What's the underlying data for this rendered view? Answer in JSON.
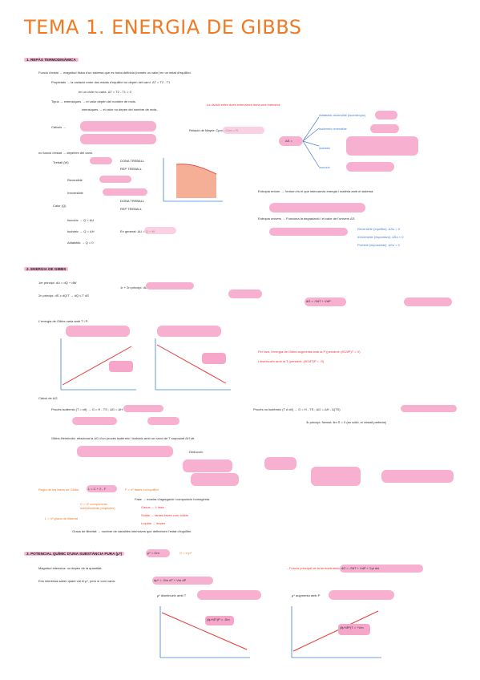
{
  "page": {
    "title": "TEMA 1. ENERGIA DE GIBBS",
    "sections": {
      "s1": "1. REPÀS TERMODINÀMICA",
      "s2": "2. ENERGIA DE GIBBS",
      "s3": "3. POTENCIAL QUÍMIC D'UNA SUBSTÀNCIA PURA (μ*)"
    },
    "s1_lines": {
      "funcio_estat": "Funció d'estat → magnitud física d'un sistema que es troba definida (només un valor) en un estat d'equilibri.",
      "propietats": "Propietats → la variació entre dos estats d'equilibri no depèn del camí. ΔT = T2 - T1",
      "cicle": "en un cicle no varia. ΔT = T2 - T1 = 0",
      "tipus": "Tipus → extensiques → el valor depèn del nombre de mols.",
      "intensiques": "intensiques → el valor no depèn del nombre de mols.",
      "divisio": "La divisió entre dues extensives dona una intensiva",
      "calculs": "Càlculs →",
      "relacio_mayer": "Relació de Mayer: Cpm - Cvm = R",
      "no_funcio": "no funció d'estat → depenen del camí.",
      "treball": "Treball (W)",
      "dona_treball": "DONA TREBALL",
      "rep_treball": "REP TREBALL",
      "reversible": "Reversible",
      "irreversible": "Irreversible",
      "calor": "Calor (Q)",
      "dona_calor": "DONA TREBALL",
      "rep_calor": "REP TREBALL",
      "isocoric": "Isocòric → Q = ΔU",
      "isobaric": "Isobàric → Q = ΔH",
      "adiabatic": "Adiabàtic → Q = 0",
      "en_general": "En general: ΔU = Q + W",
      "entropia_entorn": "Entropia entorn → l'entorn és el que intercanvia energia i matèria amb el sistema.",
      "entropia_univers": "Entropia univers → Funciona la degradació i el calor de l'univers ΔS.",
      "reversible_eq": "Reversible (equilibri): ΔSu = 0",
      "irreversible_esp": "Irreversible (espontani): ΔSu > 0",
      "prohibit": "Prohibit (impossible): ΔSu < 0",
      "as_label": "ΔS =",
      "adiabatic_rev": "Adiabàtic reversible (isoentròpic)",
      "isoterm_rev": "Isotèrmic reversible",
      "isobaric_s": "Isobàric",
      "isocoric_s": "Isocòric"
    },
    "s2_lines": {
      "primer": "1er principi: dU = dQ + dW",
      "segon": "2n principi: dS ≥ dQ/T → dQ ≤ T dS",
      "combinant": "1r + 2n principi: dU ≤ TdS - pdV",
      "gibbs_intro": "L'energia de Gibbs varia amb T i P:",
      "dg_eq": "dG = -SdT + VdP",
      "per_tant": "Per tant, l'energia de Gibbs augmenta amb la P (pendent: (∂G/∂P)T = V)",
      "disminueix": "i disminueix amb la T (pendent: (∂G/∂T)P = -S)",
      "calcul_ag": "Càlcul de ΔG",
      "proces_isoterm": "Procés isotèrmic (T = ctt) → G = H - TS ; ΔG = ΔH - TΔS",
      "proces_no_isoterm": "Procés no isotèrmic (T ≠ ctt) → G = H - TS ; ΔG = ΔH - Δ(TS)",
      "tercer_principi": "3r principi: Nernst: lim S = 0 (en sòlid, el cristall perfecte)",
      "gibbs_helmholtz": "Gibbs-Helmholtz: relaciona la ΔG d'un procés isotèrmic i isobàric amb un canvi de T suposant ΔH ctt.",
      "deduccio": "Deducció:",
      "regla_fases": "Regla de les fases de Gibbs:",
      "fase": "Fase → mostra d'agregació i composició homogènia.",
      "gasos": "Gasos → 1 fase",
      "solids": "Sòlids → tantes fases com sòlids",
      "liquids": "Líquids → depèn",
      "lf": "L = C + 2 - F",
      "c": "C = nº components independents (espècies)",
      "f": "F = nº fases en equilibri",
      "l": "L = nº graus de llibertat",
      "graus": "Graus de llibertat → nombre de variables intensives que defineixen l'estat d'equilibri."
    },
    "s3_lines": {
      "mu_def": "μ* = Gm",
      "cp": "G = n·μ*",
      "magnitud": "Magnitud intensiva: no depèn de la quantitat.",
      "saber": "Ens interessa saber quant val el μ*, però sí com varia:",
      "dmu": "dμ* = -Sm dT + Vm dP",
      "funcio_principal": "→ Funció principal de la termodinàmica",
      "dg_total": "dG = -SdT + VdP + Σμi dni",
      "mu_disminueix": "μ* disminueix amb T",
      "mu_augmenta": "μ* augmenta amb P",
      "pendent_t": "(∂μ*/∂T)P = -Sm",
      "pendent_p": "(∂μ*/∂P)T = +Vm"
    },
    "colors": {
      "accent": "#f07a24",
      "highlight": "#f6a6c9",
      "arrow": "#4caf50",
      "blue": "#3f7fd8",
      "red": "#e53935"
    }
  }
}
